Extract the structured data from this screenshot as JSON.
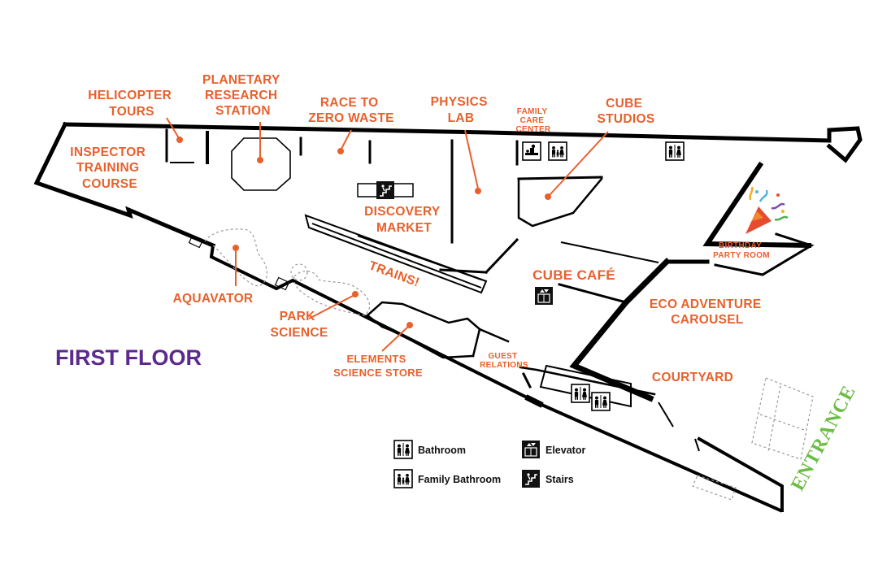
{
  "floor_title": "FIRST FLOOR",
  "entrance_label": "ENTRANCE",
  "colors": {
    "label": "#e8602c",
    "title": "#5b2a8c",
    "entrance": "#6cbd45",
    "wall": "#000000"
  },
  "areas": {
    "helicopter_tours": [
      "HELICOPTER",
      "TOURS"
    ],
    "planetary_research_station": [
      "PLANETARY",
      "RESEARCH",
      "STATION"
    ],
    "race_to_zero_waste": [
      "RACE TO",
      "ZERO WASTE"
    ],
    "physics_lab": [
      "PHYSICS",
      "LAB"
    ],
    "family_care_center": [
      "FAMILY",
      "CARE",
      "CENTER"
    ],
    "cube_studios": [
      "CUBE",
      "STUDIOS"
    ],
    "inspector_training_course": [
      "INSPECTOR",
      "TRAINING",
      "COURSE"
    ],
    "discovery_market": [
      "DISCOVERY",
      "MARKET"
    ],
    "birthday_party_room": [
      "BIRTHDAY",
      "PARTY ROOM"
    ],
    "trains": "TRAINS!",
    "cube_cafe": "CUBE CAFÉ",
    "aquavator": "AQUAVATOR",
    "eco_adventure_carousel": [
      "ECO ADVENTURE",
      "CAROUSEL"
    ],
    "park_science": [
      "PARK",
      "SCIENCE"
    ],
    "elements_science_store": [
      "ELEMENTS",
      "SCIENCE STORE"
    ],
    "guest_relations": [
      "GUEST",
      "RELATIONS"
    ],
    "courtyard": "COURTYARD"
  },
  "legend": {
    "bathroom": "Bathroom",
    "family_bathroom": "Family Bathroom",
    "elevator": "Elevator",
    "stairs": "Stairs"
  },
  "icons": {
    "bathroom": "bathroom-icon",
    "family_bathroom": "family-bathroom-icon",
    "elevator": "elevator-icon",
    "stairs": "stairs-icon",
    "baby_changing": "baby-changing-icon",
    "party_popper": "party-popper-icon"
  }
}
